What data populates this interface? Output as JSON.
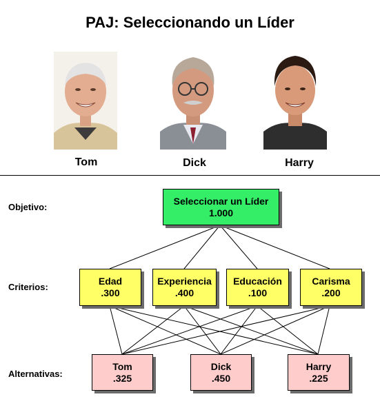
{
  "title": "PAJ: Seleccionando un Líder",
  "candidates": [
    {
      "name": "Tom",
      "photo_icon": "person-photo-icon"
    },
    {
      "name": "Dick",
      "photo_icon": "person-photo-icon"
    },
    {
      "name": "Harry",
      "photo_icon": "person-photo-icon"
    }
  ],
  "hierarchy": {
    "goal": {
      "row_label": "Objetivo:",
      "label": "Seleccionar un Líder",
      "value": "1.000"
    },
    "criteria": {
      "row_label": "Criterios:",
      "items": [
        {
          "label": "Edad",
          "value": ".300"
        },
        {
          "label": "Experiencia",
          "value": ".400"
        },
        {
          "label": "Educación",
          "value": ".100"
        },
        {
          "label": "Carisma",
          "value": ".200"
        }
      ]
    },
    "alternatives": {
      "row_label": "Alternativas:",
      "items": [
        {
          "label": "Tom",
          "value": ".325"
        },
        {
          "label": "Dick",
          "value": ".450"
        },
        {
          "label": "Harry",
          "value": ".225"
        }
      ]
    }
  },
  "colors": {
    "goal": "#33ee66",
    "criteria": "#ffff66",
    "alternatives": "#ffcccc"
  }
}
